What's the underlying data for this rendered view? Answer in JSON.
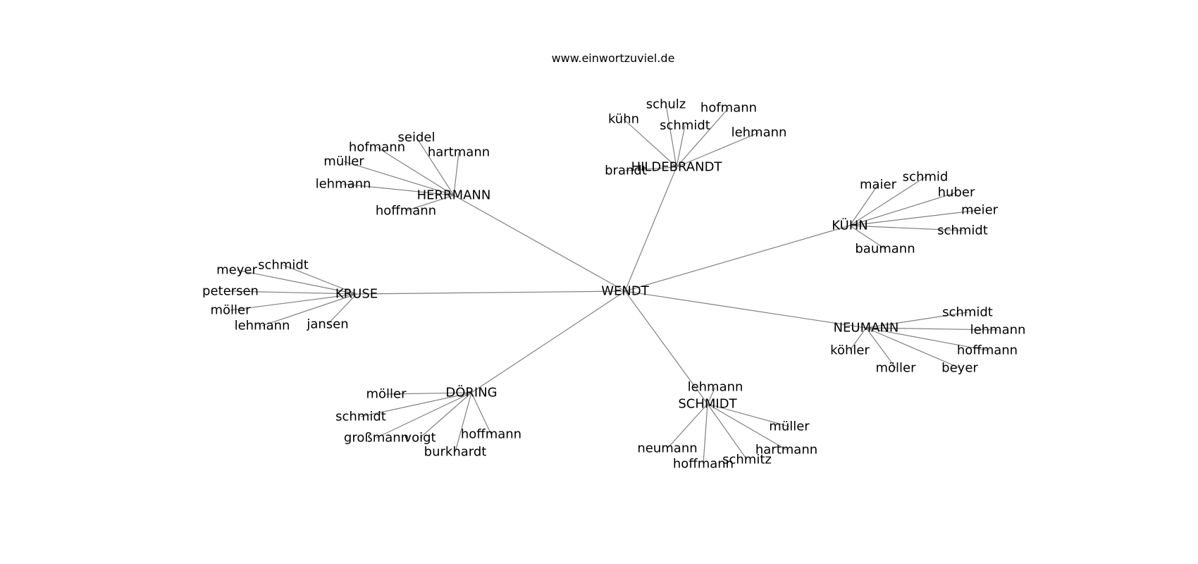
{
  "source": "www.einwortzuviel.de",
  "edge_color": "#808080",
  "text_color": "#000000",
  "center": "WENDT",
  "clusters": [
    {
      "name": "HILDEBRANDT",
      "leaves": [
        "kühn",
        "schulz",
        "hofmann",
        "schmidt",
        "lehmann",
        "brandt"
      ]
    },
    {
      "name": "HERRMANN",
      "leaves": [
        "seidel",
        "hofmann",
        "hartmann",
        "müller",
        "lehmann",
        "hoffmann"
      ]
    },
    {
      "name": "KÜHN",
      "leaves": [
        "maier",
        "schmid",
        "huber",
        "meier",
        "schmidt",
        "baumann"
      ]
    },
    {
      "name": "KRUSE",
      "leaves": [
        "meyer",
        "schmidt",
        "petersen",
        "möller",
        "lehmann",
        "jansen"
      ]
    },
    {
      "name": "NEUMANN",
      "leaves": [
        "schmidt",
        "lehmann",
        "köhler",
        "hoffmann",
        "möller",
        "beyer"
      ]
    },
    {
      "name": "DÖRING",
      "leaves": [
        "möller",
        "schmidt",
        "großmann",
        "voigt",
        "hoffmann",
        "burkhardt"
      ]
    },
    {
      "name": "SCHMIDT",
      "leaves": [
        "lehmann",
        "müller",
        "neumann",
        "hartmann",
        "hoffmann",
        "schmitz"
      ]
    }
  ]
}
